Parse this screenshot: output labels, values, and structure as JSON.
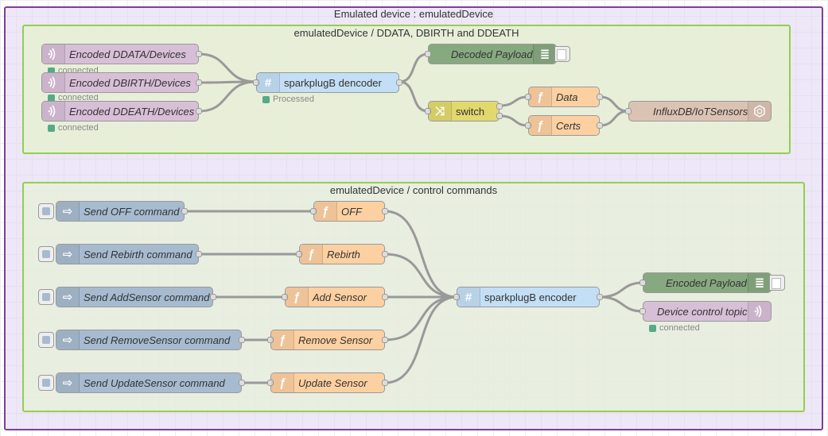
{
  "groups": {
    "outer": "Emulated device : emulatedDevice",
    "top": "emulatedDevice / DDATA, DBIRTH and DDEATH",
    "bottom": "emulatedDevice / control commands"
  },
  "top_flow": {
    "mqtt_in": [
      {
        "label": "Encoded DDATA/Devices",
        "status": "connected"
      },
      {
        "label": "Encoded DBIRTH/Devices",
        "status": "connected"
      },
      {
        "label": "Encoded DDEATH/Devices",
        "status": "connected"
      }
    ],
    "decoder": {
      "label": "sparkplugB dencoder",
      "status": "Processed"
    },
    "debug": {
      "label": "Decoded Payload"
    },
    "switch": {
      "label": "switch"
    },
    "functions": [
      {
        "label": "Data"
      },
      {
        "label": "Certs"
      }
    ],
    "influx": {
      "label": "InfluxDB/IoTSensors"
    }
  },
  "bottom_flow": {
    "injects": [
      {
        "label": "Send OFF command"
      },
      {
        "label": "Send Rebirth command"
      },
      {
        "label": "Send AddSensor command"
      },
      {
        "label": "Send RemoveSensor command"
      },
      {
        "label": "Send UpdateSensor command"
      }
    ],
    "functions": [
      {
        "label": "OFF"
      },
      {
        "label": "Rebirth"
      },
      {
        "label": "Add Sensor"
      },
      {
        "label": "Remove Sensor"
      },
      {
        "label": "Update Sensor"
      }
    ],
    "encoder": {
      "label": "sparkplugB encoder"
    },
    "debug": {
      "label": "Encoded Payload"
    },
    "mqtt_out": {
      "label": "Device control topic",
      "status": "connected"
    }
  },
  "icons": {
    "mqtt": "wifi-signal-icon",
    "protobuf": "hash-icon",
    "debug": "list-icon",
    "switch": "switch-icon",
    "function": "function-icon",
    "influx": "database-icon",
    "inject": "arrow-right-icon"
  },
  "colors": {
    "mqtt": "#d8bfd8",
    "protobuf": "#c3dff5",
    "debug": "#87a980",
    "switch": "#e2d96e",
    "function": "#fdd0a2",
    "influx": "#dbc3b4",
    "inject": "#a6bbcf",
    "group_outer_border": "#7b3f98",
    "group_inner_border": "#92d04f",
    "status_connected": "#55aa88"
  }
}
